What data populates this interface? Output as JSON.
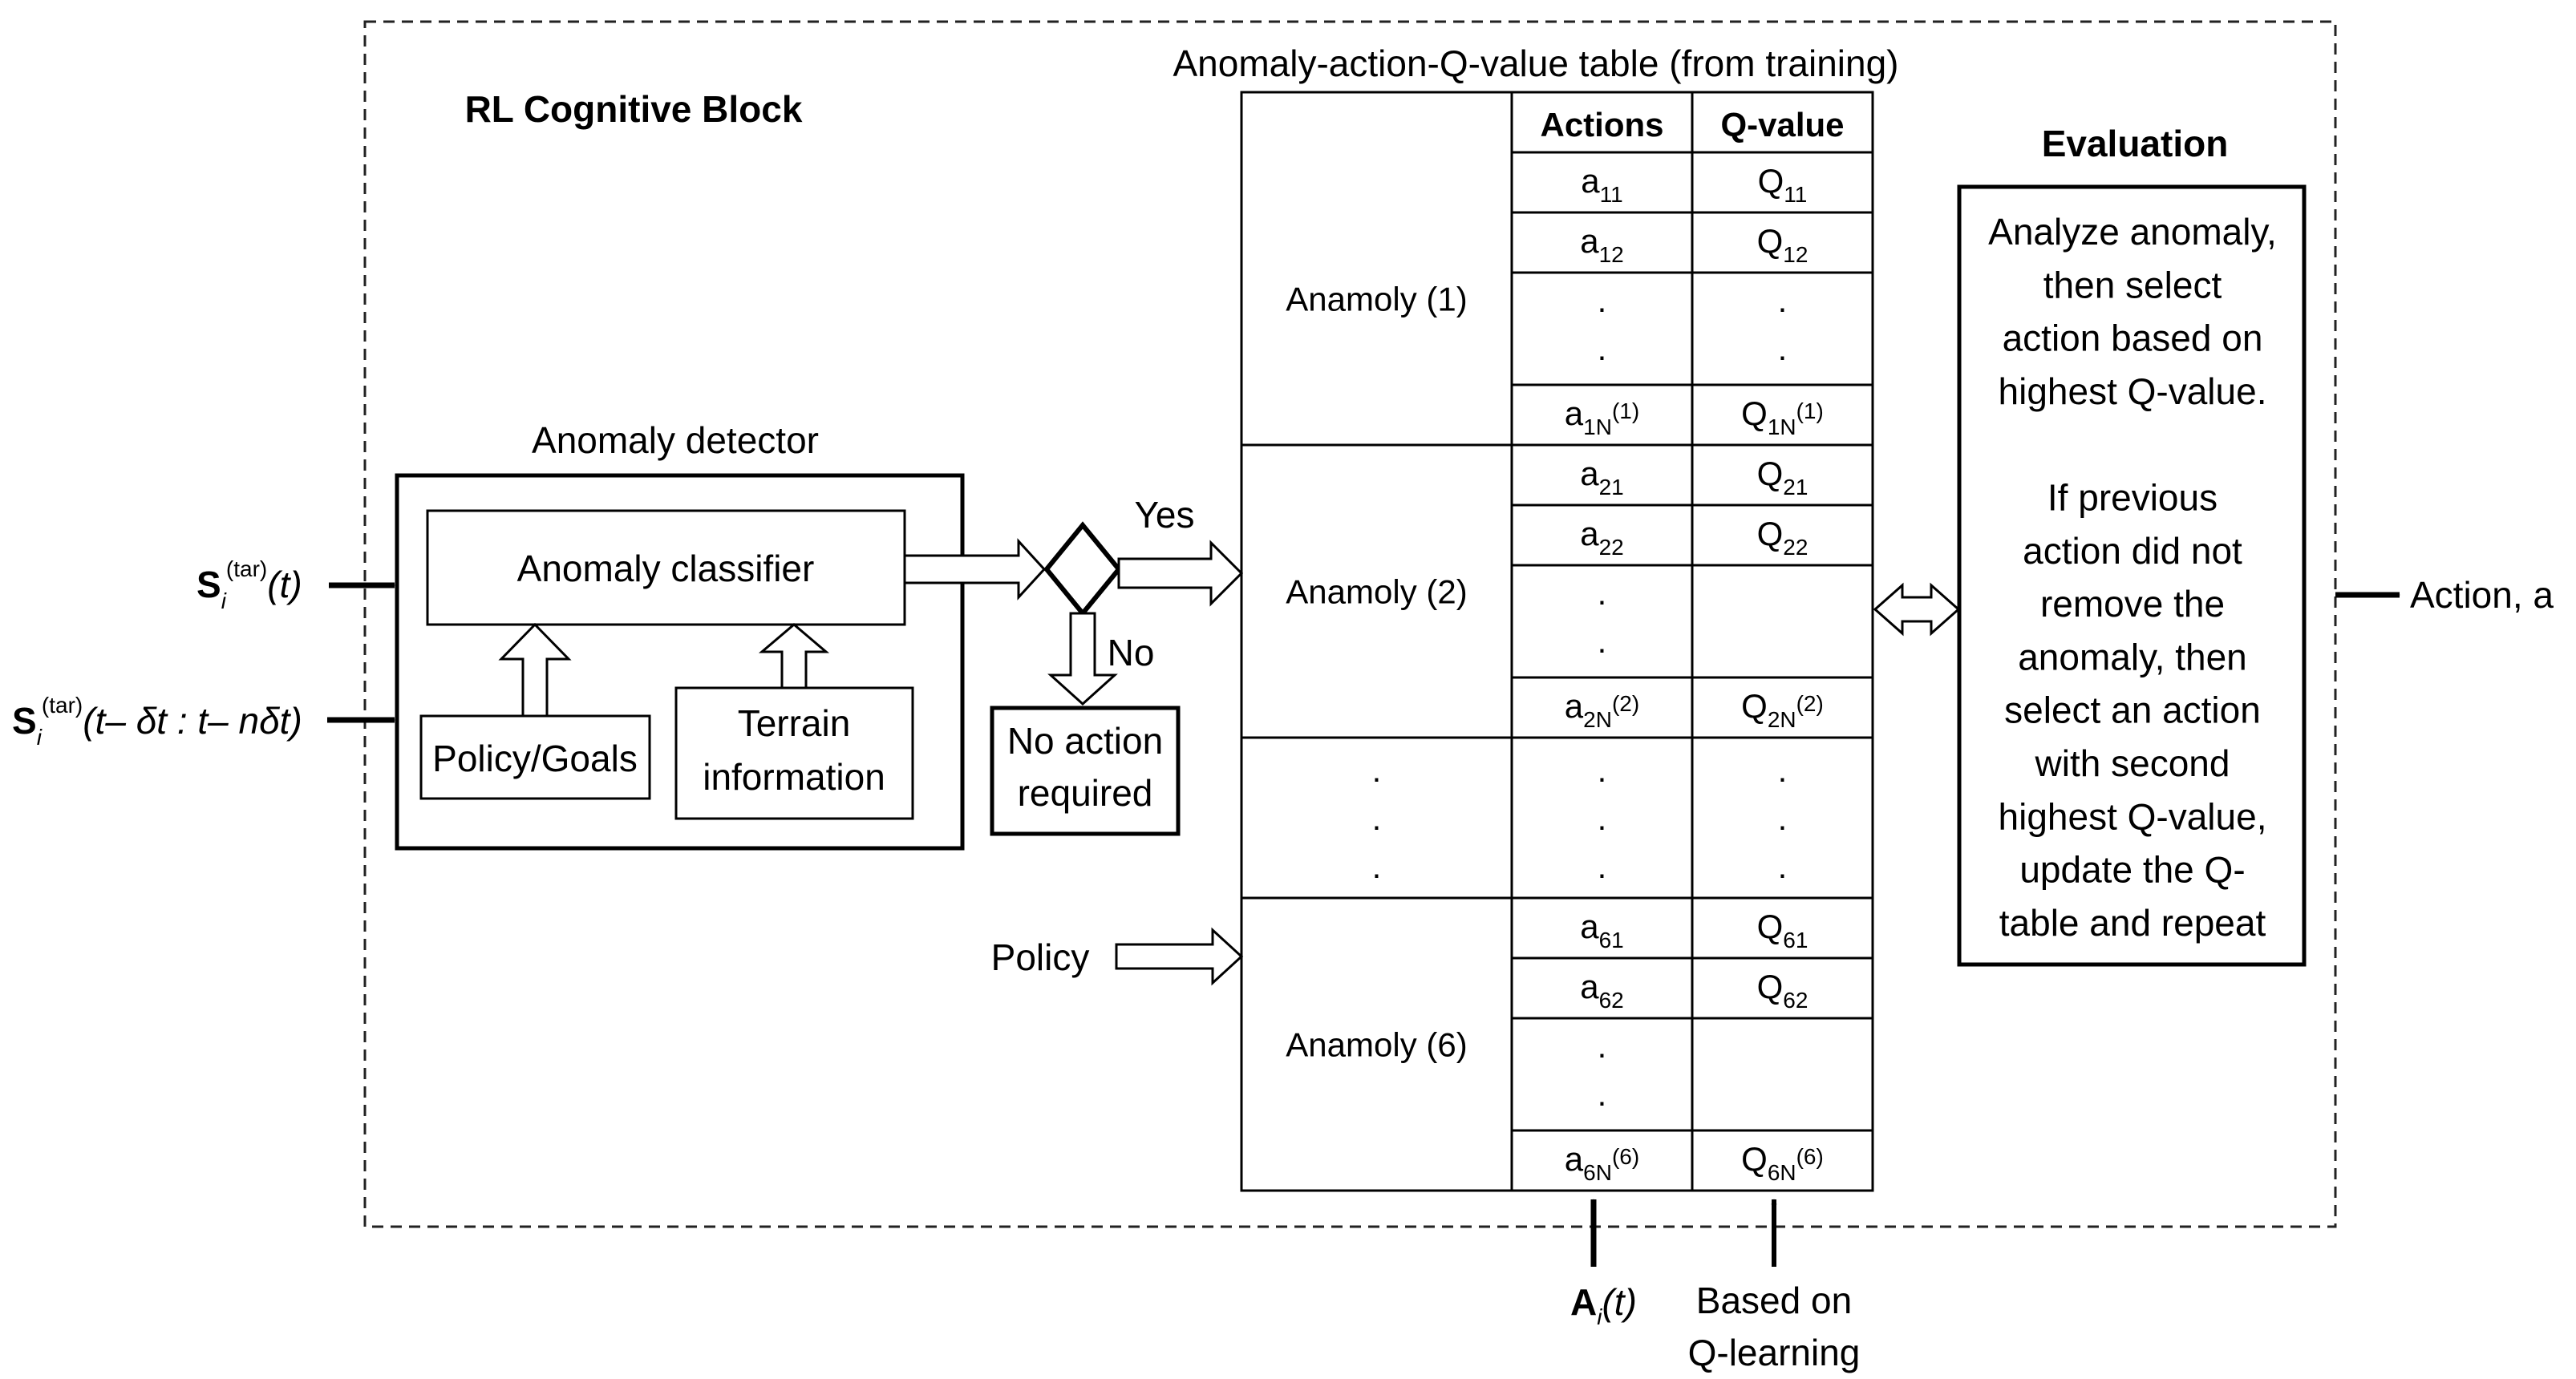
{
  "block": {
    "title": "RL Cognitive Block",
    "table_title": "Anomaly-action-Q-value table (from training)",
    "evaluation_title": "Evaluation"
  },
  "inputs": {
    "s_current": {
      "symbol": "S",
      "sub": "i",
      "sup": "(tar)",
      "arg": "(t)"
    },
    "s_history": {
      "symbol": "S",
      "sub": "i",
      "sup": "(tar)",
      "arg": "(t– δt : t– nδt)"
    }
  },
  "detector": {
    "title": "Anomaly detector",
    "classifier": "Anomaly classifier",
    "policy_goals": "Policy/Goals",
    "terrain_line1": "Terrain",
    "terrain_line2": "information"
  },
  "decision": {
    "yes": "Yes",
    "no": "No",
    "no_action_line1": "No action",
    "no_action_line2": "required"
  },
  "policy_label": "Policy",
  "table": {
    "headers": [
      "Actions",
      "Q-value"
    ],
    "groups": [
      {
        "label": "Anamoly (1)",
        "rows": [
          {
            "a": "a",
            "a_sub": "11",
            "a_sup": "",
            "q": "Q",
            "q_sub": "11",
            "q_sup": ""
          },
          {
            "a": "a",
            "a_sub": "12",
            "a_sup": "",
            "q": "Q",
            "q_sub": "12",
            "q_sup": ""
          },
          {
            "a": ".",
            "a_sub": "",
            "a_sup": "",
            "q": ".",
            "q_sub": "",
            "q_sup": ""
          },
          {
            "a": "a",
            "a_sub": "1N",
            "a_sup": "(1)",
            "q": "Q",
            "q_sub": "1N",
            "q_sup": "(1)"
          }
        ]
      },
      {
        "label": "Anamoly (2)",
        "rows": [
          {
            "a": "a",
            "a_sub": "21",
            "a_sup": "",
            "q": "Q",
            "q_sub": "21",
            "q_sup": ""
          },
          {
            "a": "a",
            "a_sub": "22",
            "a_sup": "",
            "q": "Q",
            "q_sub": "22",
            "q_sup": ""
          },
          {
            "a": ".",
            "a_sub": "",
            "a_sup": "",
            "q": "",
            "q_sub": "",
            "q_sup": ""
          },
          {
            "a": "a",
            "a_sub": "2N",
            "a_sup": "(2)",
            "q": "Q",
            "q_sub": "2N",
            "q_sup": "(2)"
          }
        ]
      },
      {
        "label": ".",
        "rows": []
      },
      {
        "label": "Anamoly (6)",
        "rows": [
          {
            "a": "a",
            "a_sub": "61",
            "a_sup": "",
            "q": "Q",
            "q_sub": "61",
            "q_sup": ""
          },
          {
            "a": "a",
            "a_sub": "62",
            "a_sup": "",
            "q": "Q",
            "q_sub": "62",
            "q_sup": ""
          },
          {
            "a": ".",
            "a_sub": "",
            "a_sup": "",
            "q": "",
            "q_sub": "",
            "q_sup": ""
          },
          {
            "a": "a",
            "a_sub": "6N",
            "a_sup": "(6)",
            "q": "Q",
            "q_sub": "6N",
            "q_sup": "(6)"
          }
        ]
      }
    ]
  },
  "evaluation_lines": [
    "Analyze anomaly,",
    "then select",
    "action based on",
    "highest Q-value.",
    "",
    "If previous",
    "action did not",
    "remove the",
    "anomaly, then",
    "select an action",
    "with second",
    "highest Q-value,",
    "update the Q-",
    "table  and repeat"
  ],
  "output_label": "Action, a",
  "bottom": {
    "a_symbol": "A",
    "a_sub": "i",
    "a_arg": "(t)",
    "based_line1": "Based on",
    "based_line2": "Q-learning"
  }
}
